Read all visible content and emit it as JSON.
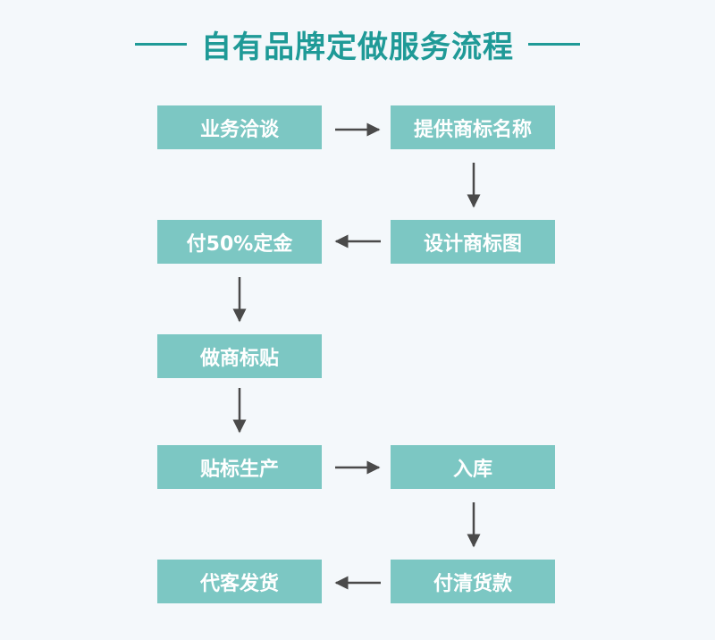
{
  "title": "自有品牌定做服务流程",
  "steps": {
    "s1": "业务洽谈",
    "s2": "提供商标名称",
    "s3": "设计商标图",
    "s4": "付50%定金",
    "s5": "做商标贴",
    "s6": "贴标生产",
    "s7": "入库",
    "s8": "付清货款",
    "s9": "代客发货"
  },
  "colors": {
    "title": "#1f9a97",
    "box": "#7cc7c3",
    "arrow": "#4a4a4a",
    "background": "#f4f8fb"
  }
}
